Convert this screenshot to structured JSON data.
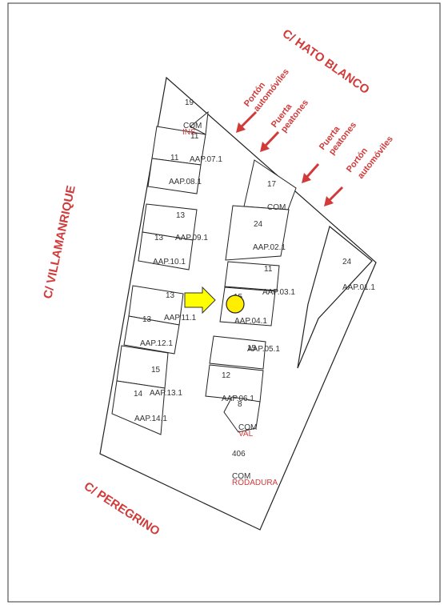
{
  "streets": {
    "north": "C/ HATO BLANCO",
    "west": "C/ VILLAMANRIQUE",
    "south": "C/ PEREGRINO"
  },
  "accesses": [
    {
      "line1": "Portón",
      "line2": "automóviles"
    },
    {
      "line1": "Puerta",
      "line2": "peatones"
    },
    {
      "line1": "Puerta",
      "line2": "peatones"
    },
    {
      "line1": "Portón",
      "line2": "automóviles"
    }
  ],
  "units": {
    "u19": "19",
    "com_top": "COM",
    "ins": "INS",
    "u11_top": "11",
    "u11_b": "11",
    "aap071": "AAP.07.1",
    "aap081": "AAP.08.1",
    "u13_a": "13",
    "u13_b": "13",
    "aap091": "AAP.09.1",
    "aap101": "AAP.10.1",
    "u13_c": "13",
    "u13_d": "13",
    "aap111": "AAP.11.1",
    "aap121": "AAP.12.1",
    "u15_a": "15",
    "u14": "14",
    "aap131": "AAP.13.1",
    "aap141": "AAP.14.1",
    "u17": "17",
    "com_mid": "COM",
    "u24_a": "24",
    "aap021": "AAP.02.1",
    "u11_c": "11",
    "aap031": "AAP.03.1",
    "u15_b": "15",
    "aap041": "AAP.04.1",
    "u15_c": "15",
    "aap051": "AAP.05.1",
    "u12": "12",
    "aap061": "AAP.06.1",
    "u8": "8",
    "com_low": "COM",
    "val": "VAL",
    "u406": "406",
    "com_bottom": "COM",
    "rodadura": "RODADURA",
    "u24_b": "24",
    "aap011": "AAP.01.1"
  },
  "colors": {
    "annotation_red": "#d23a3a",
    "arrow_fill": "#ffff00",
    "marker_fill": "#ffee00",
    "lines": "#222222"
  },
  "icons": {
    "pointer": "right-arrow-icon",
    "location": "location-marker-icon",
    "access": "down-arrow-icon"
  }
}
